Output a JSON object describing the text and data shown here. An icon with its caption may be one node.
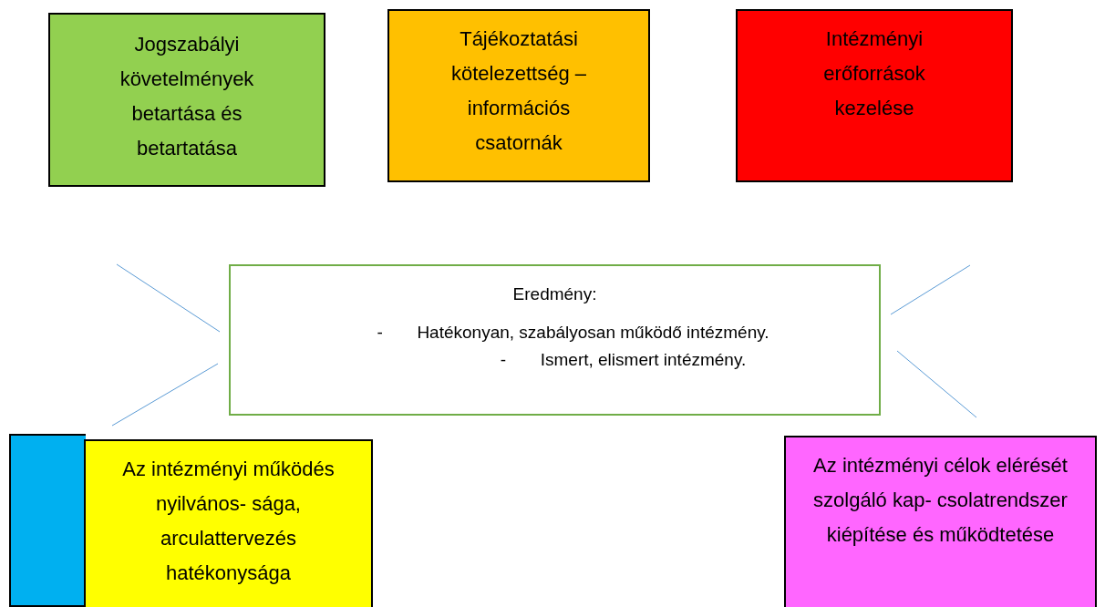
{
  "diagram": {
    "nodes": [
      {
        "text": [
          "Jogszabályi követelmények betartása és betartatása"
        ]
      },
      {
        "text": [
          "Tájékoztatási kötelezettség – információs csatornák"
        ]
      },
      {
        "text": [
          "Intézményi erőforrások kezelése"
        ]
      },
      {
        "text": [
          "Eredmény:",
          "-",
          "Hatékonyan, szabályosan működő intézmény.",
          "-",
          "Ismert, elismert intézmény."
        ]
      },
      {
        "text": [],
        "shape": "box"
      },
      {
        "text": [
          "Az intézményi működés nyilvános- sága, arculattervezés hatékonysága"
        ]
      },
      {
        "text": [
          "Az intézményi célok elérését szolgáló kap- csolatrendszer kiépítése és működtetése"
        ]
      }
    ]
  }
}
